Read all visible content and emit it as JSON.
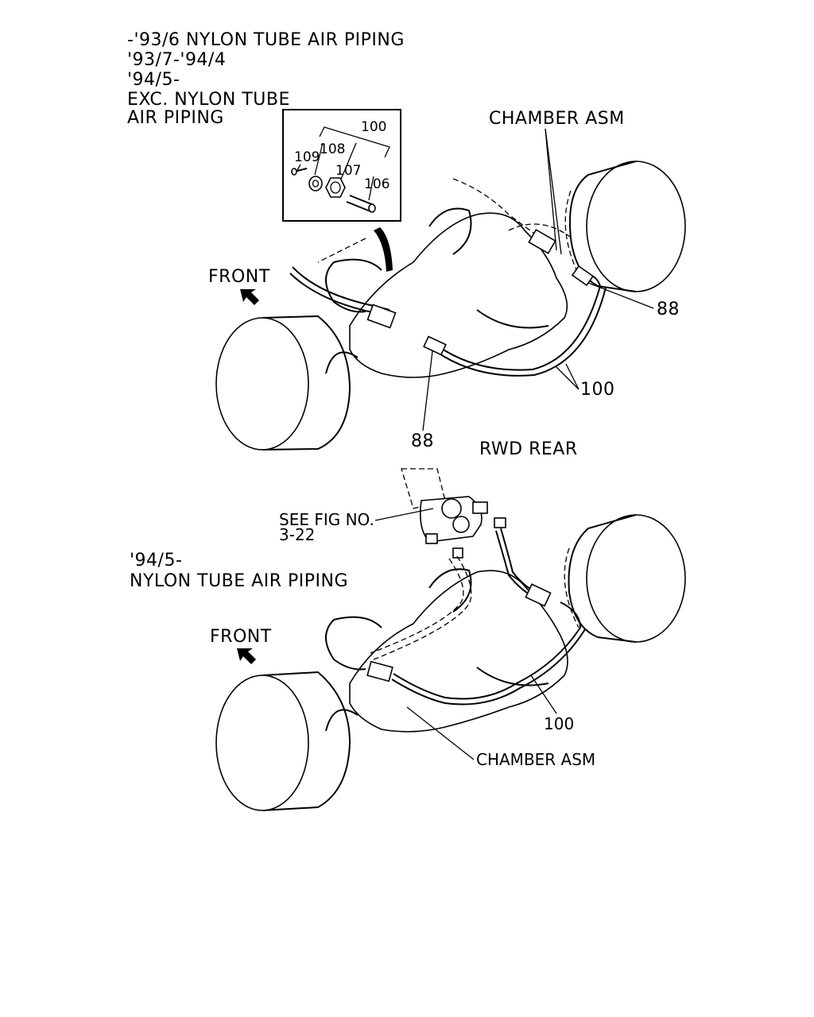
{
  "top_notes": {
    "line1": "-'93/6 NYLON TUBE AIR PIPING",
    "line2": "'93/7-'94/4",
    "line3": "'94/5-",
    "line4": "EXC. NYLON TUBE",
    "line5": "AIR PIPING"
  },
  "inset_callouts": {
    "c100": "100",
    "c108": "108",
    "c109": "109",
    "c107": "107",
    "c106": "106"
  },
  "upper_diagram": {
    "chamber_label": "CHAMBER ASM",
    "front_label": "FRONT",
    "callout_88_right": "88",
    "callout_100": "100",
    "callout_88_bottom": "88"
  },
  "section_title": "RWD REAR",
  "lower_diagram": {
    "see_fig_line1": "SEE FIG NO.",
    "see_fig_line2": "3-22",
    "note_line1": "'94/5-",
    "note_line2": "NYLON TUBE AIR PIPING",
    "front_label": "FRONT",
    "callout_100": "100",
    "chamber_label": "CHAMBER ASM"
  }
}
